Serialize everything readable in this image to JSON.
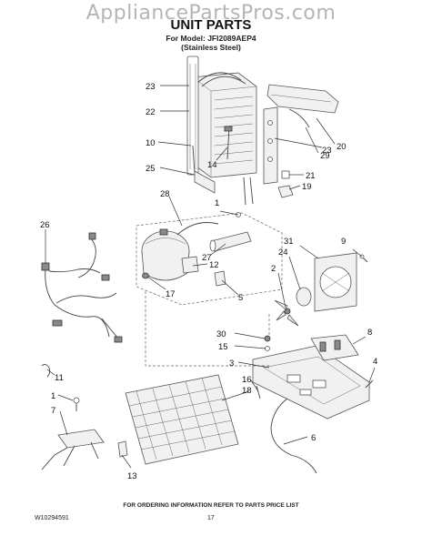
{
  "watermark": "AppliancePartsPros.com",
  "header": {
    "title": "UNIT PARTS",
    "model_line": "For Model: JFI2089AEP4",
    "finish_line": "(Stainless Steel)"
  },
  "callouts": {
    "c23a": "23",
    "c22": "22",
    "c10": "10",
    "c25": "25",
    "c14": "14",
    "c23b": "23",
    "c20": "20",
    "c29": "29",
    "c21": "21",
    "c19": "19",
    "c28": "28",
    "c1a": "1",
    "c26": "26",
    "c27": "27",
    "c12": "12",
    "c17": "17",
    "c5": "5",
    "c31": "31",
    "c24": "24",
    "c9": "9",
    "c2": "2",
    "c30": "30",
    "c15": "15",
    "c8": "8",
    "c3": "3",
    "c4": "4",
    "c11": "11",
    "c16": "16",
    "c18": "18",
    "c1b": "1",
    "c7": "7",
    "c6": "6",
    "c13": "13"
  },
  "footer": {
    "ordering_note": "FOR ORDERING INFORMATION REFER TO PARTS PRICE LIST",
    "doc_number": "W10294591",
    "page_number": "17"
  }
}
